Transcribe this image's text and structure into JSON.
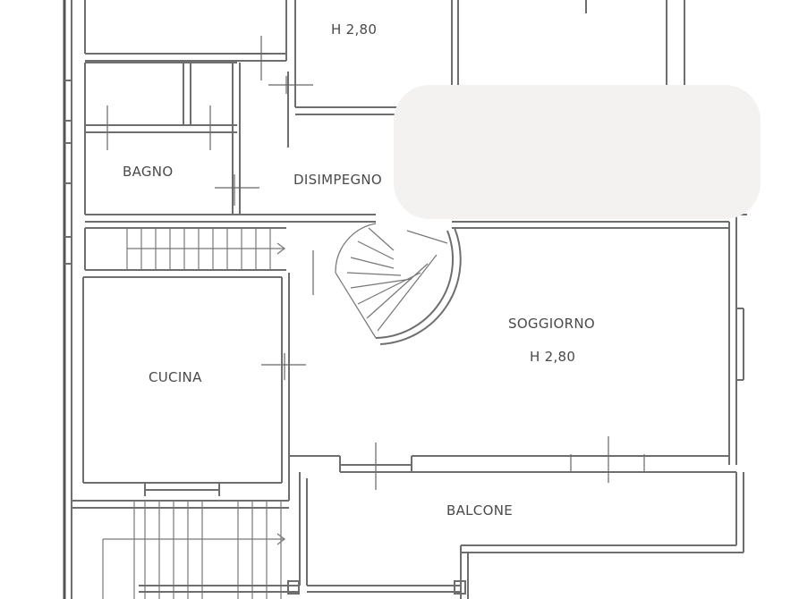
{
  "rooms": {
    "top_room_height": "H 2,80",
    "bagno": "BAGNO",
    "disimpegno": "DISIMPEGNO",
    "cucina": "CUCINA",
    "soggiorno": "SOGGIORNO",
    "soggiorno_height": "H 2,80",
    "balcone": "BALCONE"
  },
  "colors": {
    "wall": "#6e6e6e",
    "label": "#4a4a4a",
    "redaction": "#f4f1f1"
  }
}
